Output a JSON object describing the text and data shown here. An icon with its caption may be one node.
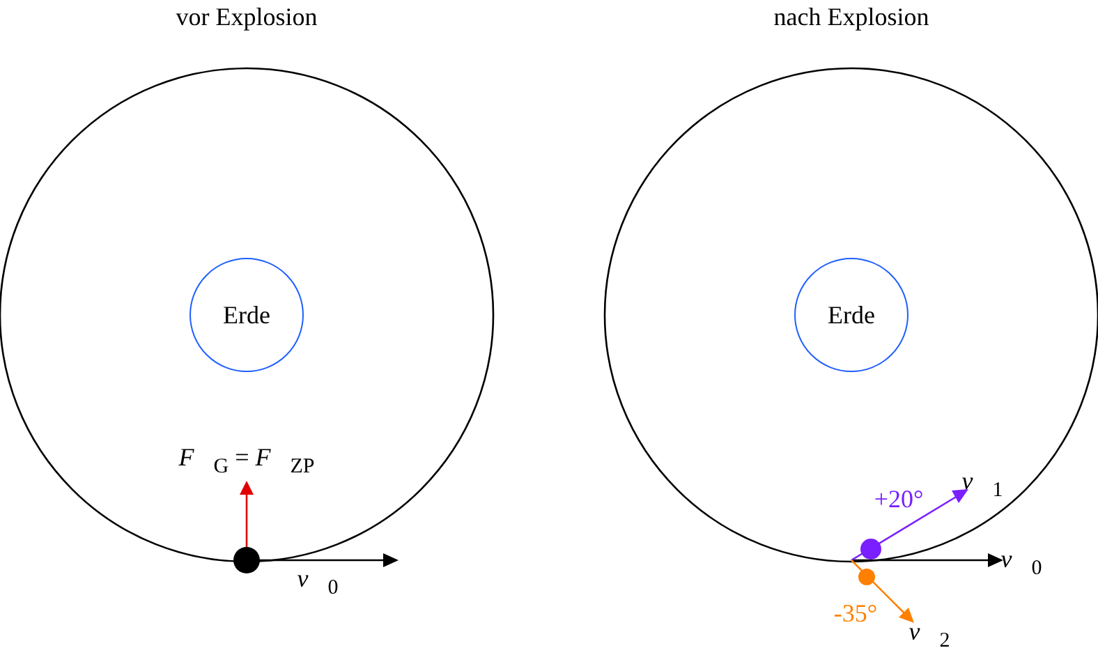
{
  "diagram": {
    "nodes": [
      {
        "text": [
          "Erde"
        ]
      },
      {
        "text": [
          "Erde"
        ]
      }
    ],
    "labels": [
      "vor Explosion",
      "nach Explosion",
      "*F⃗*$_{G}$ = *F⃗*$_{ZP}$",
      "*v⃗*$_{0}$",
      "+20°",
      "*v⃗*$_{1}$",
      "*v⃗*$_{0}$",
      "-35°",
      "*v⃗*$_{2}$"
    ]
  }
}
